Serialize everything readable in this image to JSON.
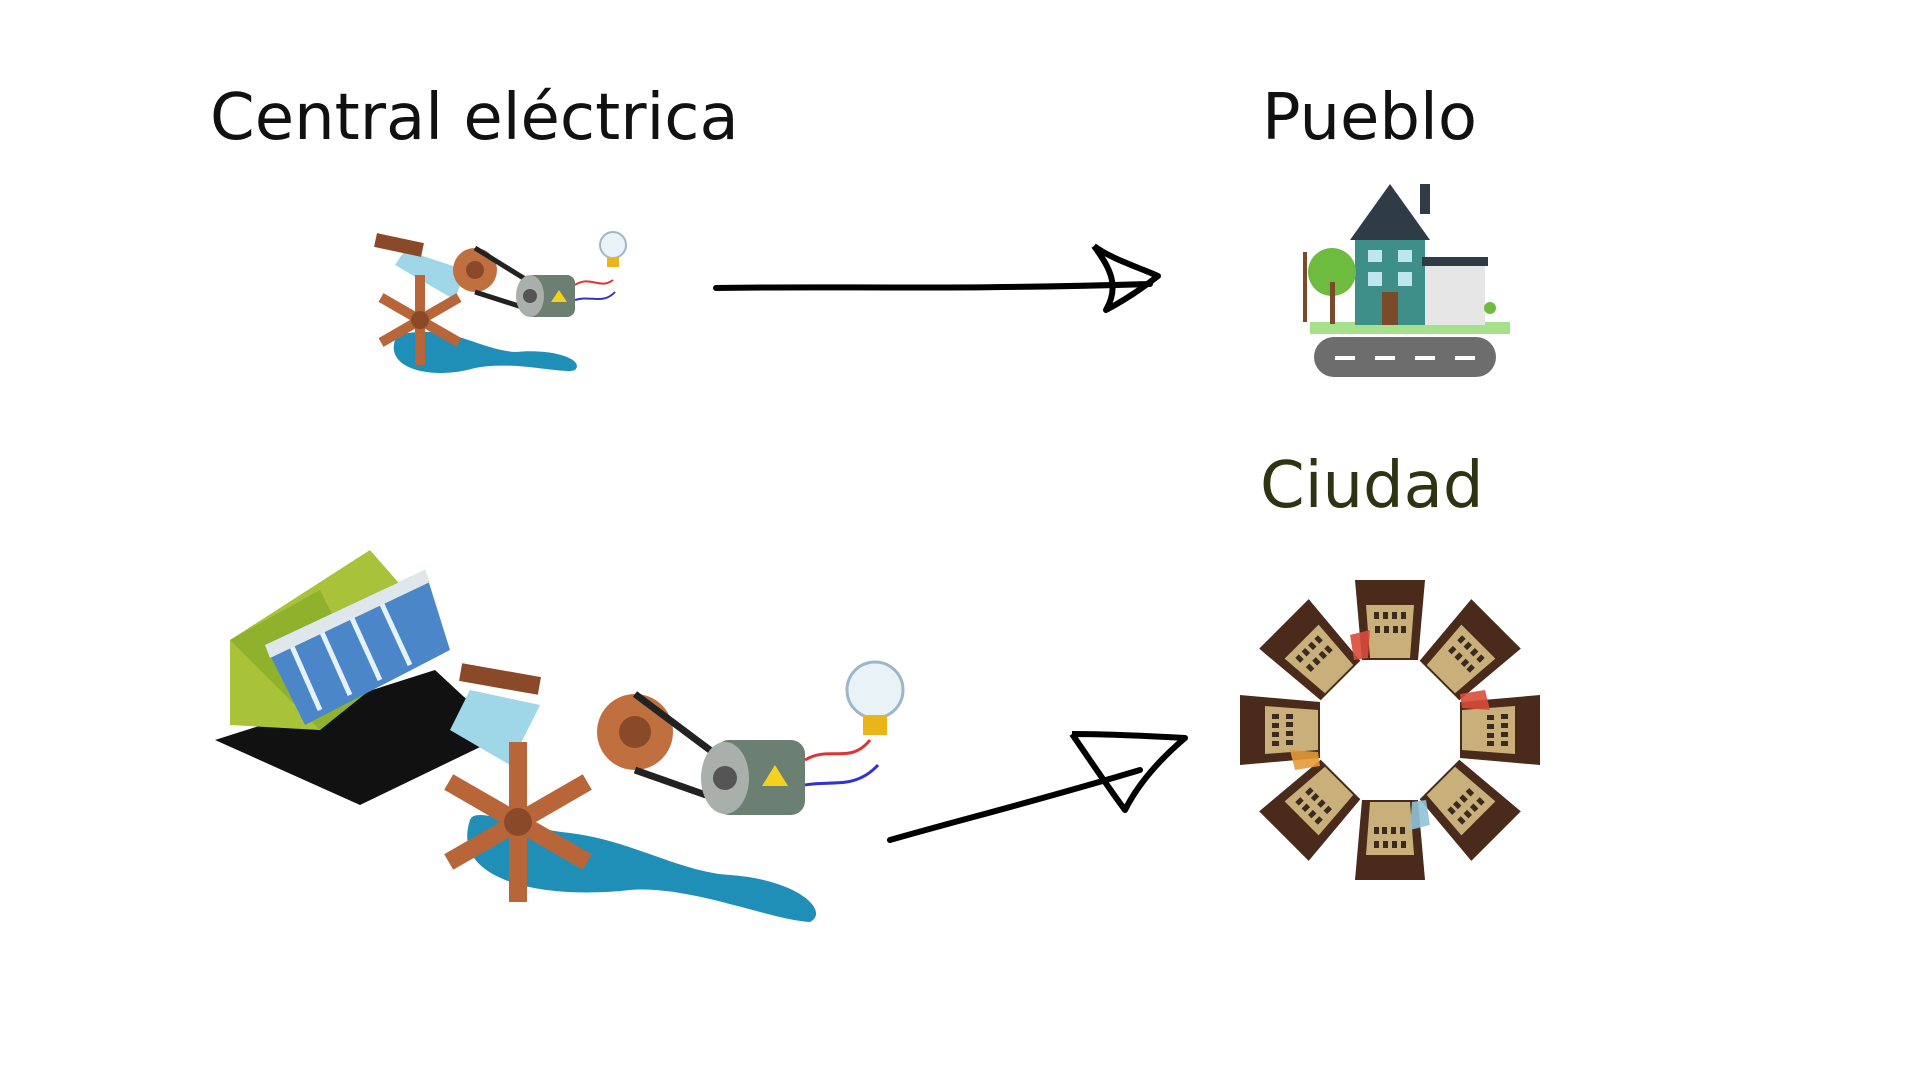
{
  "labels": {
    "power_plant": "Central eléctrica",
    "town": "Pueblo",
    "city": "Ciudad"
  },
  "icons": {
    "small_generator": "water-wheel-generator-icon",
    "large_generator": "dam-water-wheel-generator-icon",
    "town": "house-icon",
    "city": "city-ring-icon"
  },
  "colors": {
    "label_dark": "#111111",
    "city_label": "#2e3312",
    "water": "#1f8fb8",
    "wheel": "#b8653a",
    "generator": "#6b7f72",
    "house": "#3e8f8a",
    "arrow": "#000000"
  }
}
